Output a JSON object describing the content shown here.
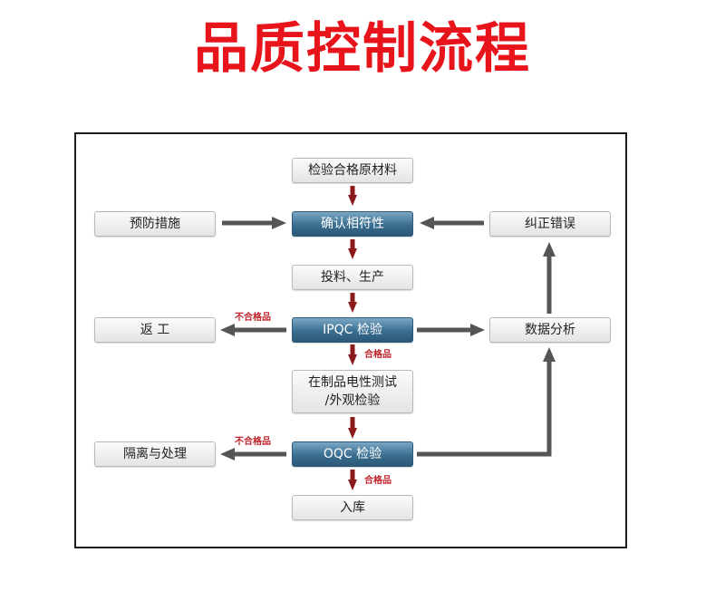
{
  "title": "品质控制流程",
  "colors": {
    "title": "#e8141b",
    "arrow_red": "#8b1a1a",
    "arrow_gray": "#555555",
    "blue_box": "#3a6e90",
    "tag_red": "#c0232a"
  },
  "nodes": {
    "raw_material": "检验合格原材料",
    "confirm": "确认相符性",
    "produce": "投料、生产",
    "ipqc": "IPQC 检验",
    "wip_test_line1": "在制品电性测试",
    "wip_test_line2": "/外观检验",
    "oqc": "OQC 检验",
    "storage": "入库",
    "prevent": "预防措施",
    "rework": "返 工",
    "isolate": "隔离与处理",
    "correct": "纠正错误",
    "analysis": "数据分析"
  },
  "labels": {
    "fail_ipqc": "不合格品",
    "pass_ipqc": "合格品",
    "fail_oqc": "不合格品",
    "pass_oqc": "合格品"
  },
  "icons": {
    "down_arrow": "red-down-arrow-icon",
    "side_arrow": "gray-arrow-icon"
  }
}
